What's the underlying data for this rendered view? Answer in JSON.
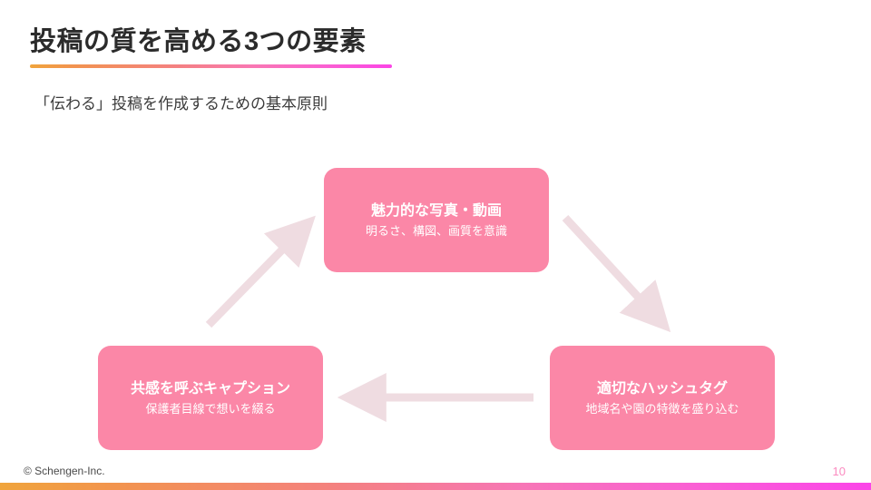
{
  "slide": {
    "title": "投稿の質を高める3つの要素",
    "subtitle": "「伝わる」投稿を作成するための基本原則",
    "accent_gradient_start": "#f0a43c",
    "accent_gradient_end": "#fb45e6"
  },
  "diagram": {
    "node_color": "#fb87a7",
    "arrow_color": "#efdce1",
    "nodes": [
      {
        "id": "photo",
        "title": "魅力的な写真・動画",
        "desc": "明るさ、構図、画質を意識"
      },
      {
        "id": "hashtag",
        "title": "適切なハッシュタグ",
        "desc": "地域名や園の特徴を盛り込む"
      },
      {
        "id": "caption",
        "title": "共感を呼ぶキャプション",
        "desc": "保護者目線で想いを綴る"
      }
    ],
    "arrows": [
      {
        "id": "photo-to-hashtag",
        "direction": "down-right"
      },
      {
        "id": "hashtag-to-caption",
        "direction": "left"
      },
      {
        "id": "caption-to-photo",
        "direction": "up-right"
      }
    ]
  },
  "footer": {
    "copyright": "© Schengen-Inc.",
    "page_number": "10",
    "page_number_color": "#fb8bc0"
  }
}
